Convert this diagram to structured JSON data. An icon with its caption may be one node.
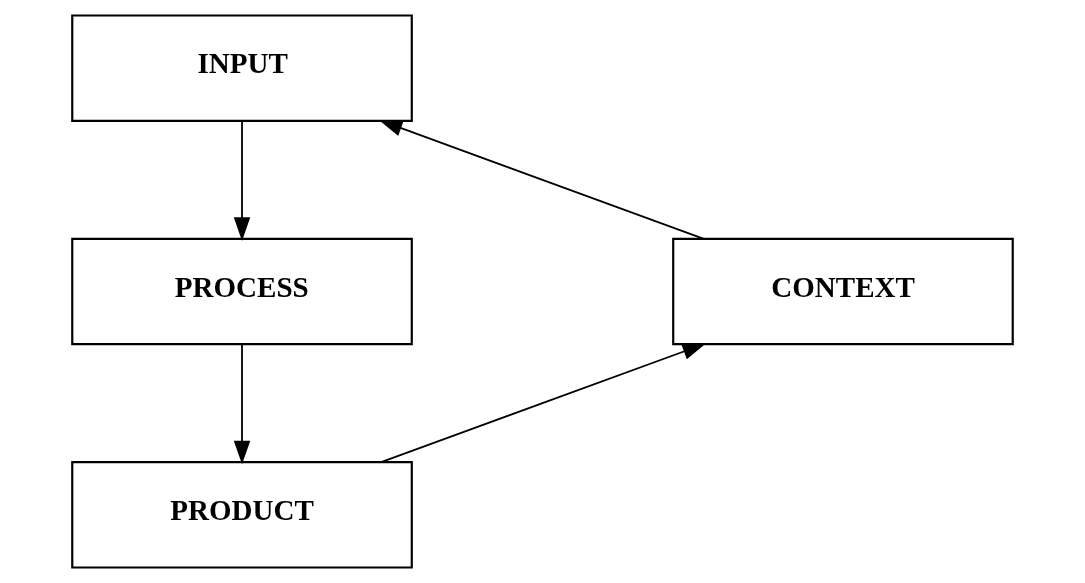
{
  "diagram": {
    "nodes": [
      {
        "text": [
          "INPUT"
        ]
      },
      {
        "text": [
          "CONTEXT"
        ]
      },
      {
        "text": [
          "PROCESS"
        ]
      },
      {
        "text": [
          "PRODUCT"
        ]
      }
    ],
    "edges": [
      {
        "from": 0,
        "to": 2,
        "arrow": "to"
      },
      {
        "from": 2,
        "to": 3,
        "arrow": "to"
      },
      {
        "from": 3,
        "to": 1,
        "arrow": "to"
      },
      {
        "from": 1,
        "to": 0,
        "arrow": "to"
      }
    ]
  }
}
